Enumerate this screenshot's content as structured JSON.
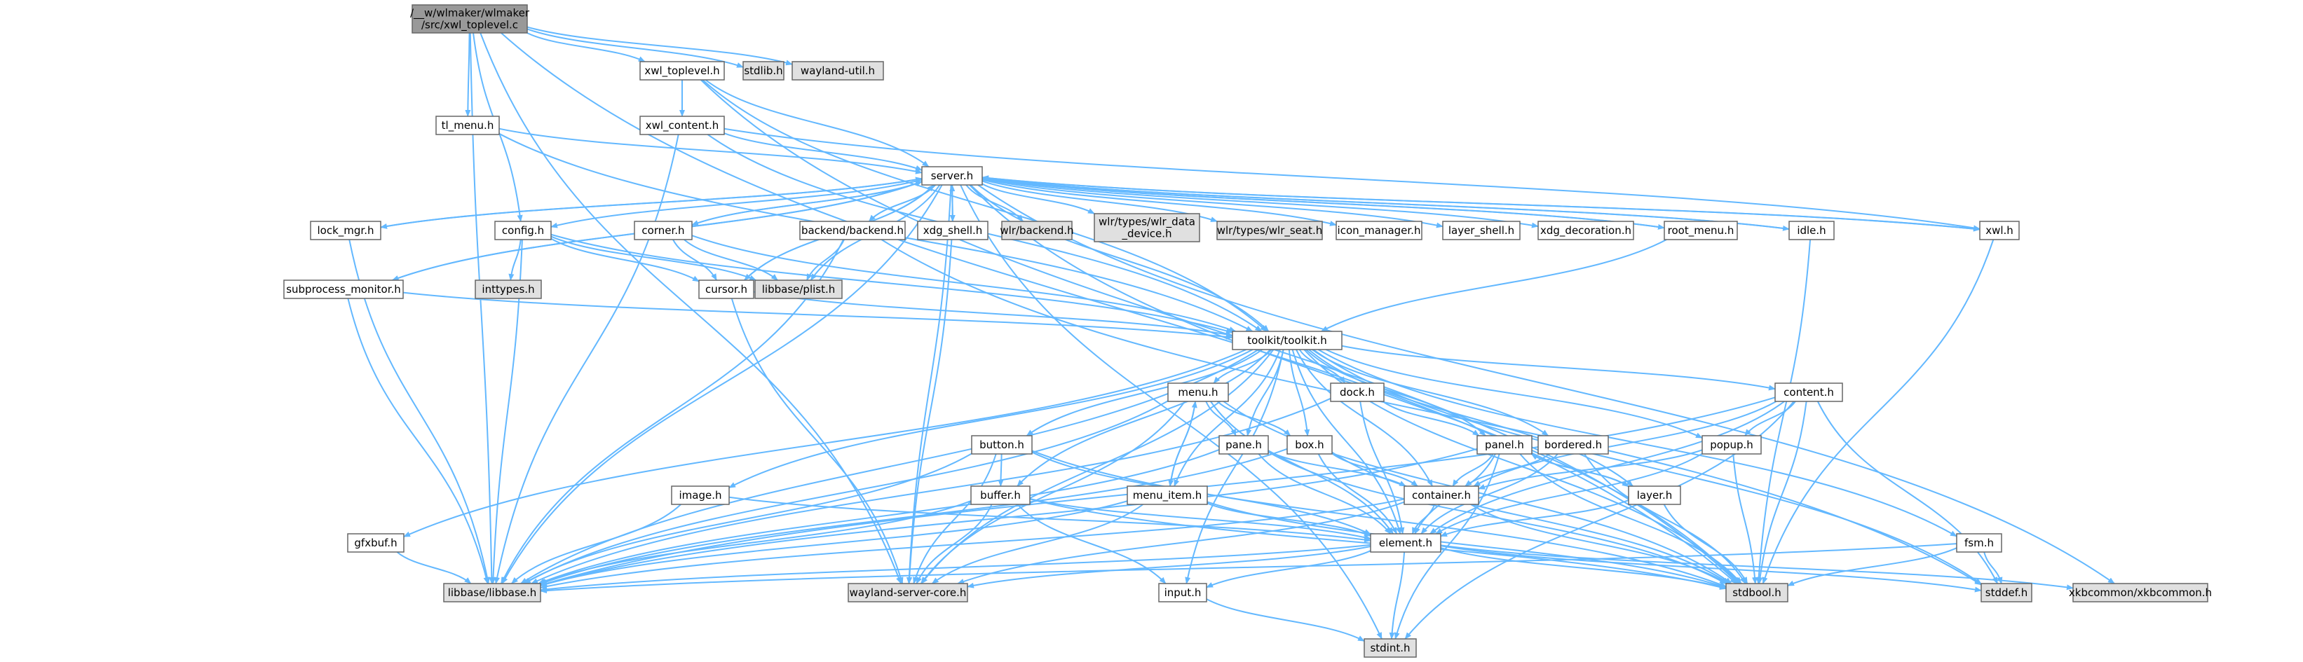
{
  "colors": {
    "edge": "#63b8ff",
    "root_fill": "#999999",
    "normal_fill": "#ffffff",
    "external_fill": "#e0e0e0",
    "normal_text": "#000000",
    "red_text": "#ff0000",
    "border": "#666666"
  },
  "nodes": [
    {
      "id": "root",
      "lines": [
        "/__w/wlmaker/wlmaker",
        "/src/xwl_toplevel.c"
      ],
      "kind": "root"
    },
    {
      "id": "xwl_toplevel",
      "lines": [
        "xwl_toplevel.h"
      ],
      "kind": "normal"
    },
    {
      "id": "stdlib",
      "lines": [
        "stdlib.h"
      ],
      "kind": "external"
    },
    {
      "id": "wayland_util",
      "lines": [
        "wayland-util.h"
      ],
      "kind": "external"
    },
    {
      "id": "tl_menu",
      "lines": [
        "tl_menu.h"
      ],
      "kind": "normal"
    },
    {
      "id": "xwl_content",
      "lines": [
        "xwl_content.h"
      ],
      "kind": "normal"
    },
    {
      "id": "server",
      "lines": [
        "server.h"
      ],
      "kind": "normal"
    },
    {
      "id": "lock_mgr",
      "lines": [
        "lock_mgr.h"
      ],
      "kind": "normal"
    },
    {
      "id": "config",
      "lines": [
        "config.h"
      ],
      "kind": "normal"
    },
    {
      "id": "corner",
      "lines": [
        "corner.h"
      ],
      "kind": "normal"
    },
    {
      "id": "backend",
      "lines": [
        "backend/backend.h"
      ],
      "kind": "normal"
    },
    {
      "id": "xdg_shell",
      "lines": [
        "xdg_shell.h"
      ],
      "kind": "red"
    },
    {
      "id": "wlr_backend",
      "lines": [
        "wlr/backend.h"
      ],
      "kind": "external"
    },
    {
      "id": "wlr_data_device",
      "lines": [
        "wlr/types/wlr_data",
        "_device.h"
      ],
      "kind": "external"
    },
    {
      "id": "wlr_seat",
      "lines": [
        "wlr/types/wlr_seat.h"
      ],
      "kind": "external"
    },
    {
      "id": "icon_manager",
      "lines": [
        "icon_manager.h"
      ],
      "kind": "normal"
    },
    {
      "id": "layer_shell",
      "lines": [
        "layer_shell.h"
      ],
      "kind": "normal"
    },
    {
      "id": "xdg_decoration",
      "lines": [
        "xdg_decoration.h"
      ],
      "kind": "normal"
    },
    {
      "id": "root_menu",
      "lines": [
        "root_menu.h"
      ],
      "kind": "normal"
    },
    {
      "id": "idle",
      "lines": [
        "idle.h"
      ],
      "kind": "normal"
    },
    {
      "id": "xwl",
      "lines": [
        "xwl.h"
      ],
      "kind": "red"
    },
    {
      "id": "subprocess_monitor",
      "lines": [
        "subprocess_monitor.h"
      ],
      "kind": "normal"
    },
    {
      "id": "inttypes",
      "lines": [
        "inttypes.h"
      ],
      "kind": "external"
    },
    {
      "id": "libbase_plist",
      "lines": [
        "libbase/plist.h"
      ],
      "kind": "external"
    },
    {
      "id": "cursor",
      "lines": [
        "cursor.h"
      ],
      "kind": "normal"
    },
    {
      "id": "toolkit",
      "lines": [
        "toolkit/toolkit.h"
      ],
      "kind": "red"
    },
    {
      "id": "menu",
      "lines": [
        "menu.h"
      ],
      "kind": "red"
    },
    {
      "id": "dock",
      "lines": [
        "dock.h"
      ],
      "kind": "red"
    },
    {
      "id": "content",
      "lines": [
        "content.h"
      ],
      "kind": "red"
    },
    {
      "id": "button",
      "lines": [
        "button.h"
      ],
      "kind": "normal"
    },
    {
      "id": "pane",
      "lines": [
        "pane.h"
      ],
      "kind": "normal"
    },
    {
      "id": "box",
      "lines": [
        "box.h"
      ],
      "kind": "red"
    },
    {
      "id": "panel",
      "lines": [
        "panel.h"
      ],
      "kind": "normal"
    },
    {
      "id": "bordered",
      "lines": [
        "bordered.h"
      ],
      "kind": "red"
    },
    {
      "id": "popup",
      "lines": [
        "popup.h"
      ],
      "kind": "normal"
    },
    {
      "id": "image",
      "lines": [
        "image.h"
      ],
      "kind": "normal"
    },
    {
      "id": "buffer",
      "lines": [
        "buffer.h"
      ],
      "kind": "normal"
    },
    {
      "id": "menu_item",
      "lines": [
        "menu_item.h"
      ],
      "kind": "red"
    },
    {
      "id": "container",
      "lines": [
        "container.h"
      ],
      "kind": "normal"
    },
    {
      "id": "layer",
      "lines": [
        "layer.h"
      ],
      "kind": "red"
    },
    {
      "id": "gfxbuf",
      "lines": [
        "gfxbuf.h"
      ],
      "kind": "red"
    },
    {
      "id": "element",
      "lines": [
        "element.h"
      ],
      "kind": "red"
    },
    {
      "id": "fsm",
      "lines": [
        "fsm.h"
      ],
      "kind": "normal"
    },
    {
      "id": "libbase_h",
      "lines": [
        "libbase/libbase.h"
      ],
      "kind": "external"
    },
    {
      "id": "wayland_server_core",
      "lines": [
        "wayland-server-core.h"
      ],
      "kind": "external"
    },
    {
      "id": "input",
      "lines": [
        "input.h"
      ],
      "kind": "normal"
    },
    {
      "id": "stdbool",
      "lines": [
        "stdbool.h"
      ],
      "kind": "external"
    },
    {
      "id": "stddef",
      "lines": [
        "stddef.h"
      ],
      "kind": "external"
    },
    {
      "id": "xkbcommon",
      "lines": [
        "xkbcommon/xkbcommon.h"
      ],
      "kind": "external"
    },
    {
      "id": "stdint",
      "lines": [
        "stdint.h"
      ],
      "kind": "external"
    }
  ],
  "edges": [
    [
      "root",
      "xwl_toplevel"
    ],
    [
      "root",
      "stdlib"
    ],
    [
      "root",
      "wayland_util"
    ],
    [
      "root",
      "tl_menu"
    ],
    [
      "root",
      "config"
    ],
    [
      "root",
      "libbase_h"
    ],
    [
      "root",
      "wayland_server_core"
    ],
    [
      "root",
      "stdbool"
    ],
    [
      "xwl_toplevel",
      "xwl_content"
    ],
    [
      "xwl_toplevel",
      "server"
    ],
    [
      "xwl_toplevel",
      "toolkit"
    ],
    [
      "xwl_toplevel",
      "stdbool"
    ],
    [
      "tl_menu",
      "server"
    ],
    [
      "tl_menu",
      "toolkit"
    ],
    [
      "xwl_content",
      "server"
    ],
    [
      "xwl_content",
      "toolkit"
    ],
    [
      "xwl_content",
      "libbase_h"
    ],
    [
      "xwl_content",
      "xwl"
    ],
    [
      "server",
      "lock_mgr"
    ],
    [
      "server",
      "config"
    ],
    [
      "server",
      "corner"
    ],
    [
      "server",
      "backend"
    ],
    [
      "server",
      "xdg_shell"
    ],
    [
      "server",
      "wlr_backend"
    ],
    [
      "server",
      "wlr_data_device"
    ],
    [
      "server",
      "wlr_seat"
    ],
    [
      "server",
      "icon_manager"
    ],
    [
      "server",
      "layer_shell"
    ],
    [
      "server",
      "xdg_decoration"
    ],
    [
      "server",
      "root_menu"
    ],
    [
      "server",
      "idle"
    ],
    [
      "server",
      "xwl"
    ],
    [
      "server",
      "subprocess_monitor"
    ],
    [
      "server",
      "cursor"
    ],
    [
      "server",
      "libbase_plist"
    ],
    [
      "server",
      "toolkit"
    ],
    [
      "server",
      "libbase_h"
    ],
    [
      "server",
      "wayland_server_core"
    ],
    [
      "server",
      "stdbool"
    ],
    [
      "server",
      "xkbcommon"
    ],
    [
      "server",
      "stdint"
    ],
    [
      "lock_mgr",
      "server"
    ],
    [
      "lock_mgr",
      "libbase_h"
    ],
    [
      "config",
      "inttypes"
    ],
    [
      "config",
      "libbase_plist"
    ],
    [
      "config",
      "toolkit"
    ],
    [
      "config",
      "cursor"
    ],
    [
      "config",
      "libbase_h"
    ],
    [
      "corner",
      "cursor"
    ],
    [
      "corner",
      "libbase_plist"
    ],
    [
      "corner",
      "toolkit"
    ],
    [
      "corner",
      "server"
    ],
    [
      "backend",
      "libbase_plist"
    ],
    [
      "backend",
      "libbase_h"
    ],
    [
      "backend",
      "stddef"
    ],
    [
      "xdg_shell",
      "server"
    ],
    [
      "xdg_shell",
      "wayland_server_core"
    ],
    [
      "root_menu",
      "toolkit"
    ],
    [
      "root_menu",
      "server"
    ],
    [
      "idle",
      "server"
    ],
    [
      "idle",
      "stdbool"
    ],
    [
      "xwl",
      "server"
    ],
    [
      "xwl",
      "stdbool"
    ],
    [
      "subprocess_monitor",
      "server"
    ],
    [
      "subprocess_monitor",
      "toolkit"
    ],
    [
      "subprocess_monitor",
      "libbase_h"
    ],
    [
      "cursor",
      "toolkit"
    ],
    [
      "cursor",
      "server"
    ],
    [
      "cursor",
      "wayland_server_core"
    ],
    [
      "toolkit",
      "menu"
    ],
    [
      "toolkit",
      "dock"
    ],
    [
      "toolkit",
      "content"
    ],
    [
      "toolkit",
      "button"
    ],
    [
      "toolkit",
      "pane"
    ],
    [
      "toolkit",
      "box"
    ],
    [
      "toolkit",
      "panel"
    ],
    [
      "toolkit",
      "bordered"
    ],
    [
      "toolkit",
      "popup"
    ],
    [
      "toolkit",
      "image"
    ],
    [
      "toolkit",
      "buffer"
    ],
    [
      "toolkit",
      "menu_item"
    ],
    [
      "toolkit",
      "container"
    ],
    [
      "toolkit",
      "layer"
    ],
    [
      "toolkit",
      "gfxbuf"
    ],
    [
      "toolkit",
      "element"
    ],
    [
      "toolkit",
      "fsm"
    ],
    [
      "toolkit",
      "libbase_h"
    ],
    [
      "toolkit",
      "wayland_server_core"
    ],
    [
      "toolkit",
      "stdbool"
    ],
    [
      "toolkit",
      "input"
    ],
    [
      "toolkit",
      "stddef"
    ],
    [
      "menu",
      "pane"
    ],
    [
      "menu",
      "box"
    ],
    [
      "menu",
      "menu_item"
    ],
    [
      "menu",
      "element"
    ],
    [
      "menu",
      "libbase_h"
    ],
    [
      "menu",
      "wayland_server_core"
    ],
    [
      "menu",
      "stdbool"
    ],
    [
      "dock",
      "panel"
    ],
    [
      "dock",
      "element"
    ],
    [
      "dock",
      "libbase_h"
    ],
    [
      "content",
      "container"
    ],
    [
      "content",
      "element"
    ],
    [
      "content",
      "popup"
    ],
    [
      "content",
      "libbase_h"
    ],
    [
      "content",
      "stdbool"
    ],
    [
      "content",
      "stddef"
    ],
    [
      "content",
      "stdint"
    ],
    [
      "button",
      "buffer"
    ],
    [
      "button",
      "libbase_h"
    ],
    [
      "button",
      "wayland_server_core"
    ],
    [
      "button",
      "stdbool"
    ],
    [
      "button",
      "element"
    ],
    [
      "pane",
      "container"
    ],
    [
      "pane",
      "element"
    ],
    [
      "pane",
      "libbase_h"
    ],
    [
      "pane",
      "stdbool"
    ],
    [
      "box",
      "container"
    ],
    [
      "box",
      "element"
    ],
    [
      "box",
      "libbase_h"
    ],
    [
      "box",
      "stdbool"
    ],
    [
      "panel",
      "container"
    ],
    [
      "panel",
      "element"
    ],
    [
      "panel",
      "layer"
    ],
    [
      "panel",
      "libbase_h"
    ],
    [
      "panel",
      "stdbool"
    ],
    [
      "panel",
      "stdint"
    ],
    [
      "bordered",
      "container"
    ],
    [
      "bordered",
      "element"
    ],
    [
      "bordered",
      "stdbool"
    ],
    [
      "popup",
      "container"
    ],
    [
      "popup",
      "element"
    ],
    [
      "popup",
      "stdbool"
    ],
    [
      "image",
      "element"
    ],
    [
      "image",
      "libbase_h"
    ],
    [
      "buffer",
      "element"
    ],
    [
      "buffer",
      "libbase_h"
    ],
    [
      "buffer",
      "wayland_server_core"
    ],
    [
      "buffer",
      "stdbool"
    ],
    [
      "buffer",
      "input"
    ],
    [
      "menu_item",
      "menu"
    ],
    [
      "menu_item",
      "element"
    ],
    [
      "menu_item",
      "libbase_h"
    ],
    [
      "menu_item",
      "wayland_server_core"
    ],
    [
      "menu_item",
      "stdbool"
    ],
    [
      "container",
      "element"
    ],
    [
      "container",
      "libbase_h"
    ],
    [
      "container",
      "wayland_server_core"
    ],
    [
      "container",
      "stdbool"
    ],
    [
      "layer",
      "panel"
    ],
    [
      "layer",
      "element"
    ],
    [
      "layer",
      "stdbool"
    ],
    [
      "gfxbuf",
      "libbase_h"
    ],
    [
      "element",
      "input"
    ],
    [
      "element",
      "libbase_h"
    ],
    [
      "element",
      "wayland_server_core"
    ],
    [
      "element",
      "stdbool"
    ],
    [
      "element",
      "stdint"
    ],
    [
      "element",
      "stddef"
    ],
    [
      "element",
      "xkbcommon"
    ],
    [
      "fsm",
      "stdbool"
    ],
    [
      "fsm",
      "stddef"
    ],
    [
      "fsm",
      "libbase_h"
    ],
    [
      "input",
      "stdint"
    ]
  ]
}
